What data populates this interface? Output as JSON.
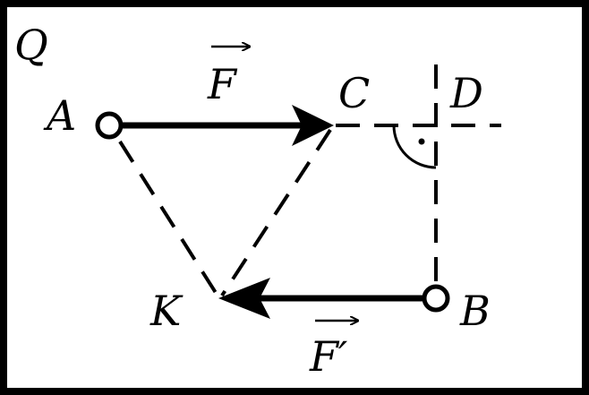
{
  "plane_label": "Q",
  "points": {
    "A": "A",
    "B": "B",
    "C": "C",
    "D": "D",
    "K": "K"
  },
  "forces": {
    "F": {
      "letter": "F",
      "prime": ""
    },
    "F_prime": {
      "letter": "F",
      "prime": "′"
    }
  }
}
